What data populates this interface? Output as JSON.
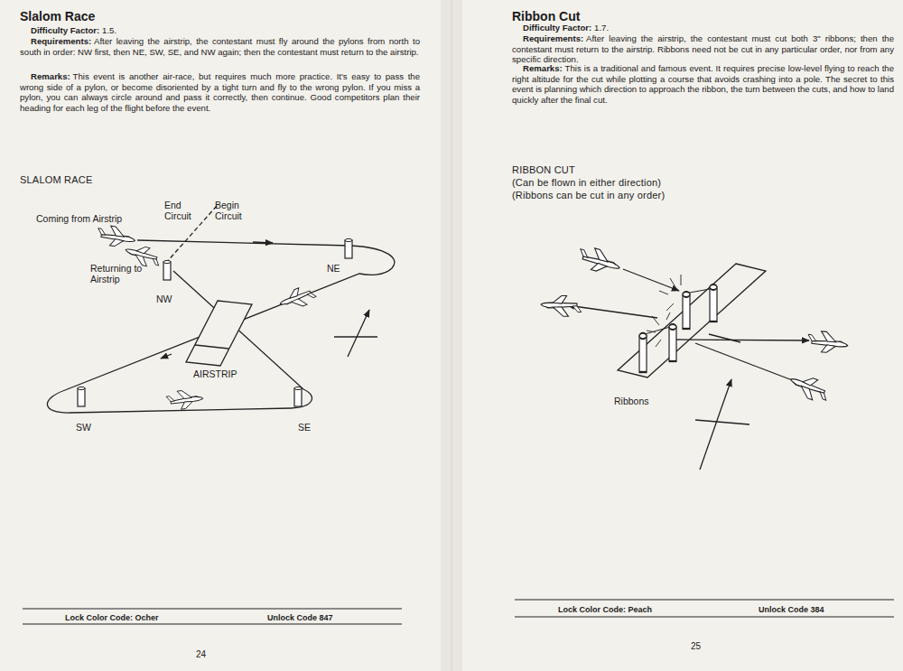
{
  "diagram": {
    "labels": [
      "Slalom Race",
      "Difficulty Factor:",
      "1.5.",
      "Requirements:",
      "After leaving the airstrip, the contestant must fly around the pylons from north to south in order: NW first, then NE, SW, SE, and NW again; then the contestant must return to the airstrip.",
      "Remarks:",
      "This event is another air-race, but requires much more practice. It's easy to pass the wrong side of a pylon, or become disoriented by a tight turn and fly to the wrong pylon. If you miss a pylon, you can always circle around and pass it correctly, then continue. Good competitors plan their heading for each leg of the flight before the event.",
      "SLALOM RACE",
      "Coming from Airstrip",
      "End Circuit",
      "Begin Circuit",
      "Returning to Airstrip",
      "NW",
      "NE",
      "AIRSTRIP",
      "SW",
      "SE",
      "Lock Color Code: Ocher",
      "Unlock Code 847",
      "24",
      "Ribbon Cut",
      "Difficulty Factor:",
      "1.7.",
      "Requirements:",
      "After leaving the airstrip, the contestant must cut both 3\" ribbons; then the contestant must return to the airstrip. Ribbons need not be cut in any particular order, nor from any specific direction.",
      "Remarks:",
      "This is a traditional and famous event. It requires precise low-level flying to reach the right altitude for the cut while plotting a course that avoids crashing into a pole. The secret to this event is planning which direction to approach the ribbon, the turn between the cuts, and how to land quickly after the final cut.",
      "RIBBON CUT",
      "(Can be flown in either direction)",
      "(Ribbons can be cut in any order)",
      "Ribbons",
      "Lock Color Code: Peach",
      "Unlock Code 384",
      "25"
    ]
  }
}
